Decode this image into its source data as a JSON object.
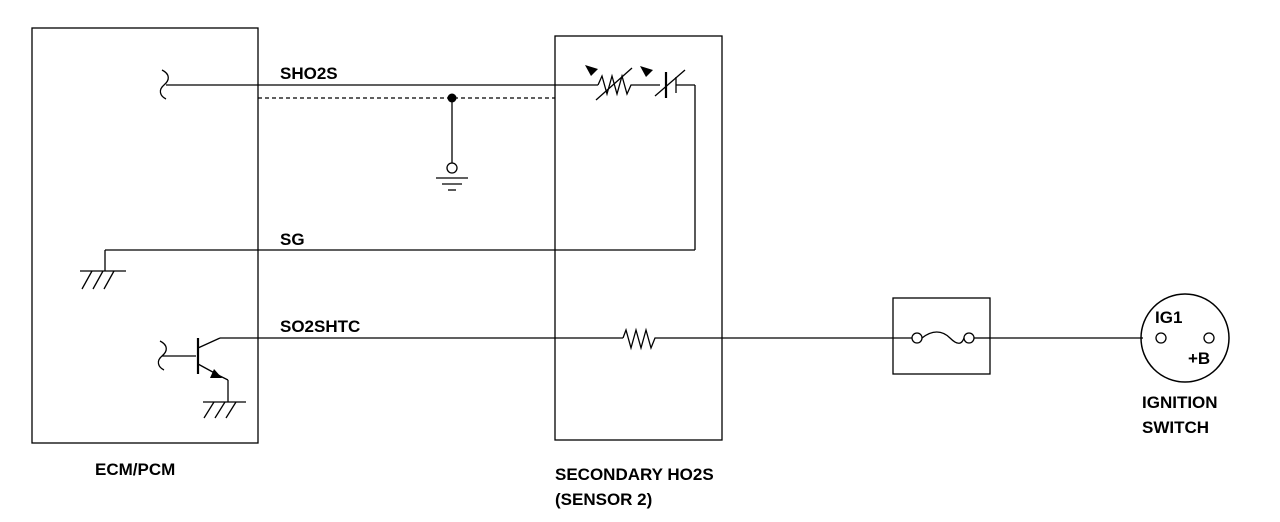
{
  "components": {
    "ecm": {
      "label": "ECM/PCM"
    },
    "sensor": {
      "label_line1": "SECONDARY HO2S",
      "label_line2": "(SENSOR 2)"
    },
    "ignition": {
      "label_line1": "IGNITION",
      "label_line2": "SWITCH",
      "pin1": "IG1",
      "pin2": "+B"
    }
  },
  "wires": {
    "sho2s": "SHO2S",
    "sg": "SG",
    "so2shtc": "SO2SHTC"
  }
}
